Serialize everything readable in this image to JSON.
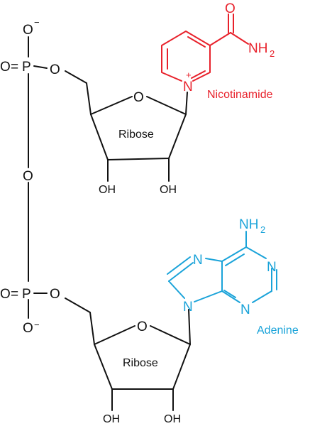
{
  "colors": {
    "bonds": "#111111",
    "nicotinamide": "#e8212b",
    "adenine": "#1aa3d9",
    "background": "#ffffff"
  },
  "phosphate_top": {
    "o_minus": "O",
    "minus": "−",
    "o_double": "O",
    "equals": "=",
    "p": "P",
    "o_bridge": "O"
  },
  "bridge": {
    "o": "O"
  },
  "phosphate_bottom": {
    "o_double": "O",
    "equals": "=",
    "p": "P",
    "o_bridge": "O",
    "o_minus": "O",
    "minus": "−"
  },
  "ribose_top": {
    "ring_o": "O",
    "label": "Ribose",
    "oh_left": "OH",
    "oh_right": "OH"
  },
  "ribose_bottom": {
    "ring_o": "O",
    "label": "Ribose",
    "oh_left": "OH",
    "oh_right": "OH"
  },
  "nicotinamide": {
    "carbonyl_o": "O",
    "amide_nh": "NH",
    "amide_sub": "2",
    "ring_n": "N",
    "charge": "+",
    "label": "Nicotinamide"
  },
  "adenine": {
    "amine_nh": "NH",
    "amine_sub": "2",
    "n1": "N",
    "n3": "N",
    "n7": "N",
    "n9": "N",
    "label": "Adenine"
  }
}
